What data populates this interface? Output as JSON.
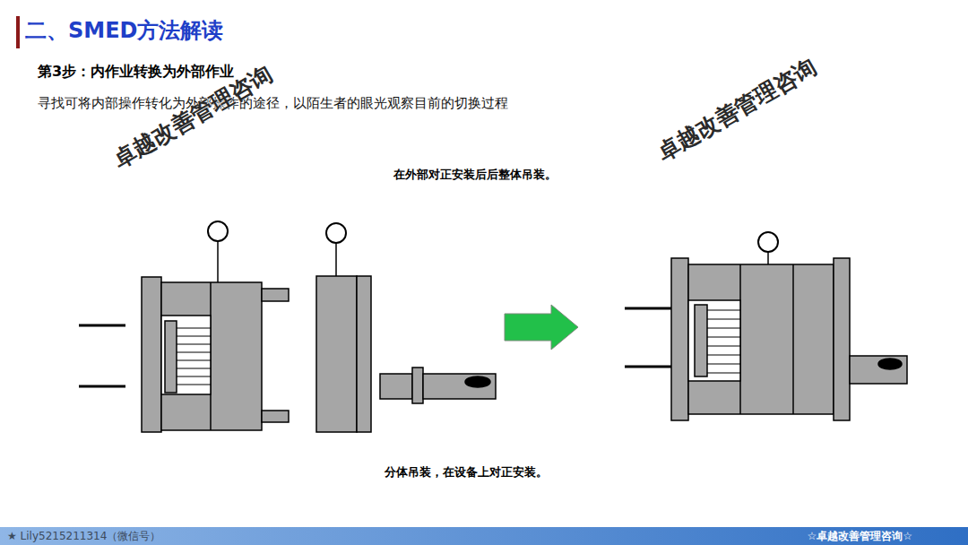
{
  "diagram": {
    "title": "二、SMED方法解读",
    "labels": [
      "第3步：内作业转换为外部作业",
      "寻找可将内部操作转化为外部操作的途径，以陌生者的眼光观察目前的切换过程",
      "卓越改善管理咨询",
      "卓越改善管理咨询",
      "在外部对正安装后后整体吊装。",
      "分体吊装，在设备上对正安装。",
      "★ Lily5215211314（微信号）",
      "☆卓越改善管理咨询☆"
    ]
  }
}
